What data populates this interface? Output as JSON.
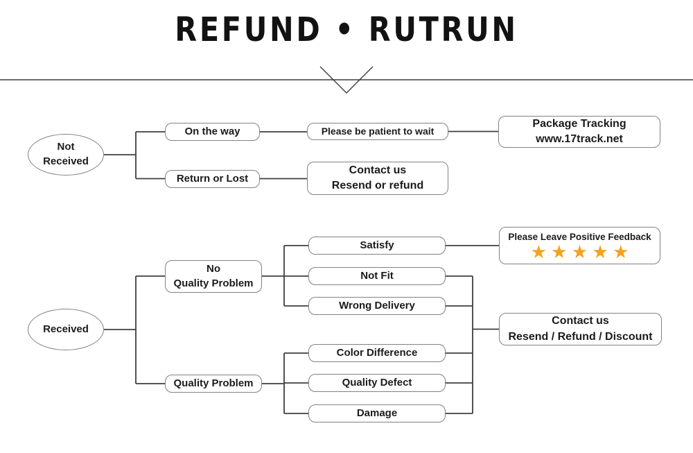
{
  "title": "REFUND • RUTRUN",
  "nodes": {
    "not_received": "Not\nReceived",
    "on_the_way": "On the way",
    "return_or_lost": "Return or Lost",
    "be_patient": "Please be patient to wait",
    "package_tracking": "Package Tracking\nwww.17track.net",
    "contact_resend_refund": "Contact us\nResend or refund",
    "received": "Received",
    "no_quality_problem": "No\nQuality Problem",
    "quality_problem": "Quality Problem",
    "satisfy": "Satisfy",
    "not_fit": "Not Fit",
    "wrong_delivery": "Wrong Delivery",
    "color_difference": "Color Difference",
    "quality_defect": "Quality Defect",
    "damage": "Damage",
    "feedback": {
      "label": "Please Leave Positive Feedback",
      "stars": "★★★★★",
      "star_color": "#F6A21D"
    },
    "contact_resend_refund_discount": "Contact us\nResend / Refund / Discount"
  }
}
